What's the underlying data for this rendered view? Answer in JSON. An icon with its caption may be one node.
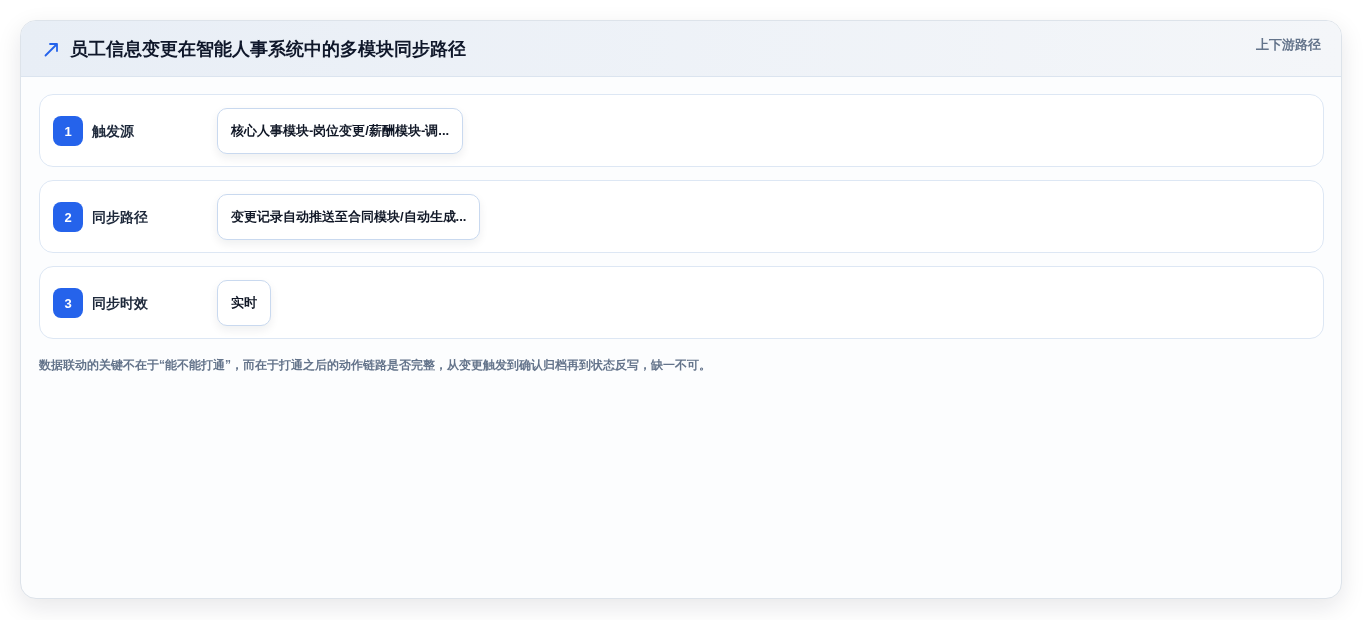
{
  "diagram": {
    "title": "员工信息变更在智能人事系统中的多模块同步路径",
    "caption": "数据联动的关键不在于“能不能打通”，而在于打通之后的动作链路是否完整，从变更触发到确认归档再到状态反写，缺一不可。",
    "nodes": [
      {
        "text": [
          "触发源"
        ]
      },
      {
        "text": [
          "1"
        ],
        "in": 0
      },
      {
        "text": [
          "核心人事模块-岗位变更/薪酬模块-调..."
        ],
        "in": 0
      },
      {
        "text": [
          "同步路径"
        ]
      },
      {
        "text": [
          "2"
        ],
        "in": 3
      },
      {
        "text": [
          "变更记录自动推送至合同模块/自动生成..."
        ],
        "in": 3
      },
      {
        "text": [
          "同步时效"
        ]
      },
      {
        "text": [
          "3"
        ],
        "in": 6
      },
      {
        "text": [
          "实时"
        ],
        "in": 6
      }
    ],
    "labels": [
      "上下游路径"
    ]
  }
}
